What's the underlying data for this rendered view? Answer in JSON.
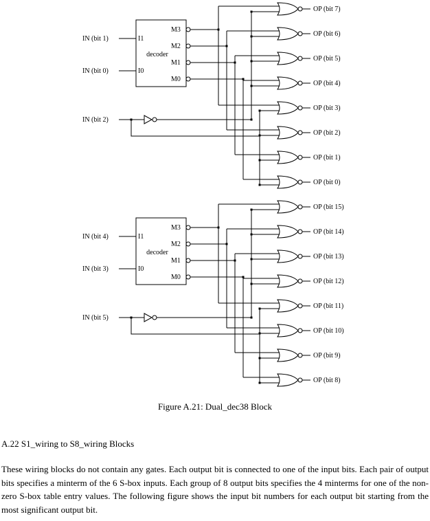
{
  "figure_caption": "Figure A.21:  Dual_dec38 Block",
  "section_heading": "A.22   S1_wiring to S8_wiring Blocks",
  "paragraph": "These wiring blocks do not contain any gates.  Each output bit is connected to one of the input bits.  Each pair of output bits specifies a minterm of the 6 S-box inputs.  Each group of 8 output bits specifies the 4 minterms for one of the non-zero S-box table entry values.  The following figure shows the input bit numbers for each output bit starting from the most significant output bit.",
  "decoder_label": "decoder",
  "decoder_inputs": [
    "I1",
    "I0"
  ],
  "decoder_outputs": [
    "M3",
    "M2",
    "M1",
    "M0"
  ],
  "blocks": [
    {
      "inputs": [
        "IN (bit 1)",
        "IN (bit 0)"
      ],
      "inverter_input": "IN (bit 2)",
      "outputs": [
        "OP (bit 7)",
        "OP (bit 6)",
        "OP (bit 5)",
        "OP (bit 4)",
        "OP (bit 3)",
        "OP (bit 2)",
        "OP (bit 1)",
        "OP (bit 0)"
      ]
    },
    {
      "inputs": [
        "IN (bit 4)",
        "IN (bit 3)"
      ],
      "inverter_input": "IN (bit 5)",
      "outputs": [
        "OP (bit 15)",
        "OP (bit 14)",
        "OP (bit 13)",
        "OP (bit 12)",
        "OP (bit 11)",
        "OP (bit 10)",
        "OP (bit 9)",
        "OP (bit 8)"
      ]
    }
  ]
}
